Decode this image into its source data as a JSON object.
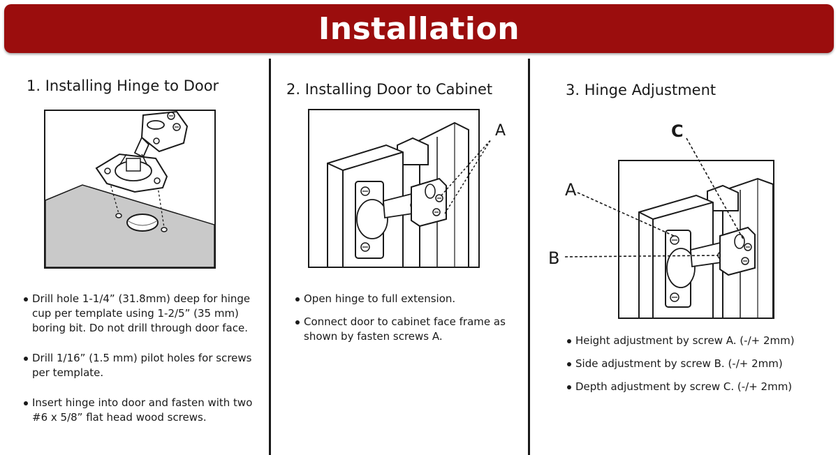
{
  "banner": {
    "title": "Installation"
  },
  "section1": {
    "title": "1. Installing Hinge to Door",
    "bullets": [
      "Drill hole 1-1/4” (31.8mm) deep for hinge cup per template using 1-2/5” (35 mm) boring bit. Do not drill through door face.",
      "Drill 1/16” (1.5 mm) pilot holes for screws per template.",
      "Insert hinge into door and fasten with two #6 x 5/8” flat head wood screws."
    ]
  },
  "section2": {
    "title": "2. Installing Door to Cabinet",
    "label_a": "A",
    "bullets": [
      "Open hinge to full extension.",
      "Connect door to cabinet face frame as shown by  fasten screws A."
    ]
  },
  "section3": {
    "title": "3. Hinge Adjustment",
    "label_a": "A",
    "label_b": "B",
    "label_c": "C",
    "bullets": [
      "Height adjustment by screw A. (-/+ 2mm)",
      "Side adjustment by screw B. (-/+ 2mm)",
      "Depth adjustment by screw C. (-/+ 2mm)"
    ]
  },
  "colors": {
    "banner": "#9b0d0d",
    "banner_text": "#ffffff",
    "line": "#1a1a1a"
  },
  "icons": [
    "hinge-cup-icon",
    "screw-icon"
  ]
}
